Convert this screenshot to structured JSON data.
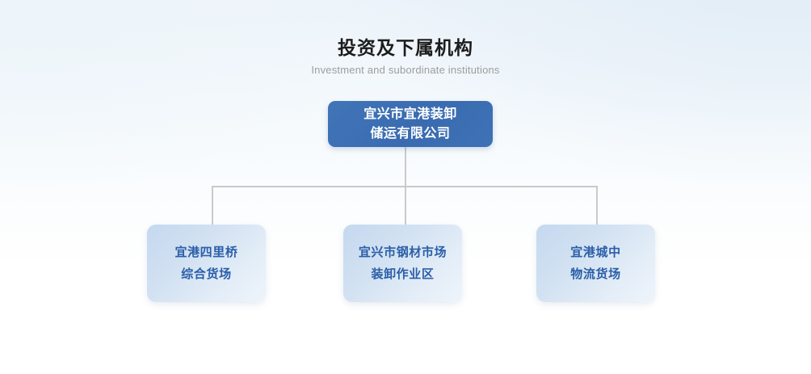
{
  "heading": {
    "title": "投资及下属机构",
    "subtitle": "Investment and subordinate institutions"
  },
  "org_chart": {
    "root": {
      "label": "宜兴市宜港装卸\n储运有限公司",
      "background_color": "#3d6fb4",
      "text_color": "#ffffff"
    },
    "children": [
      {
        "label": "宜港四里桥\n综合货场",
        "background_color": "#cfdff1",
        "text_color": "#2a5ea8"
      },
      {
        "label": "宜兴市钢材市场\n装卸作业区",
        "background_color": "#cfdff1",
        "text_color": "#2a5ea8"
      },
      {
        "label": "宜港城中\n物流货场",
        "background_color": "#cfdff1",
        "text_color": "#2a5ea8"
      }
    ],
    "connector_color": "#cacaca"
  }
}
